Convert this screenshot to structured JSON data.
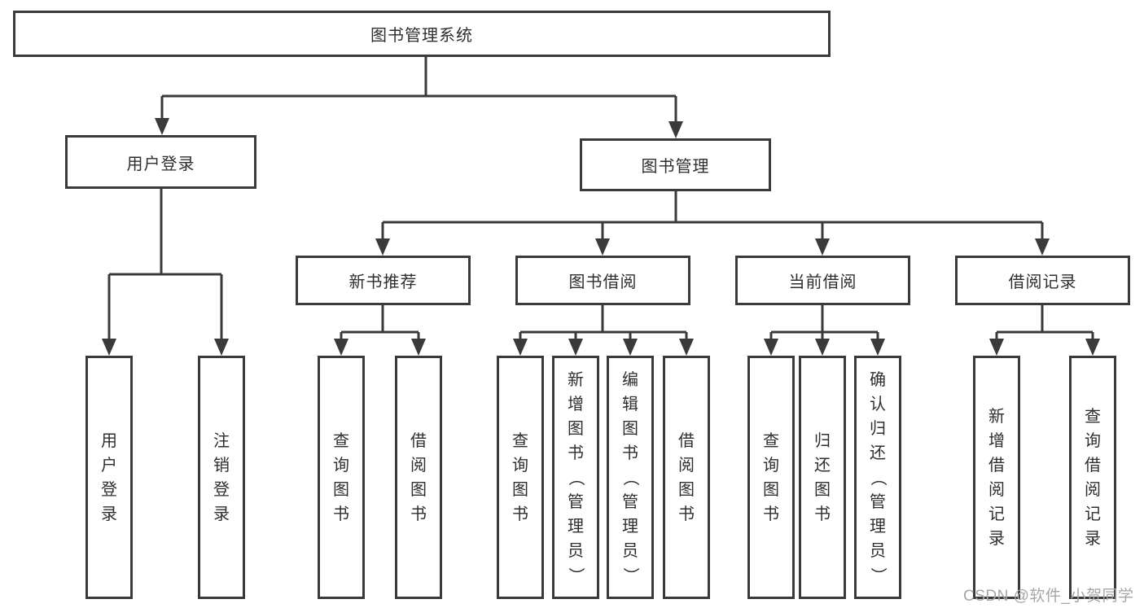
{
  "colors": {
    "line": "#3a3a3a",
    "text": "#2e2e2e",
    "box_bg": "#ffffff",
    "watermark": "#a6a6a6",
    "page_bg": "#ffffff"
  },
  "tree": {
    "root": {
      "label": "图书管理系统"
    },
    "level2": [
      {
        "label": "用户登录"
      },
      {
        "label": "图书管理"
      }
    ],
    "level3": [
      {
        "label": "新书推荐"
      },
      {
        "label": "图书借阅"
      },
      {
        "label": "当前借阅"
      },
      {
        "label": "借阅记录"
      }
    ],
    "leaves": {
      "user_login": [
        "用户登录",
        "注销登录"
      ],
      "new_book": [
        "查询图书",
        "借阅图书"
      ],
      "book_borrow": [
        "查询图书",
        "新增图书（管理员）",
        "编辑图书（管理员）",
        "借阅图书"
      ],
      "current_borrow": [
        "查询图书",
        "归还图书",
        "确认归还（管理员）"
      ],
      "borrow_records": [
        "新增借阅记录",
        "查询借阅记录"
      ]
    }
  },
  "watermark": {
    "text": "CSDN @软件_小贺同学"
  }
}
